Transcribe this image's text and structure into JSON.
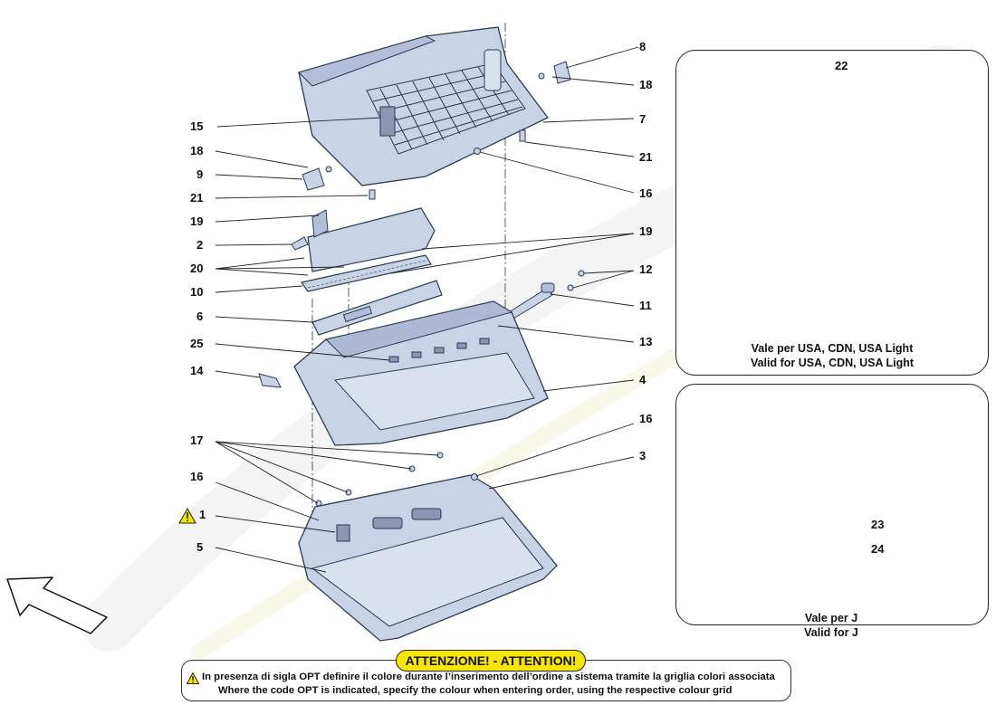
{
  "callouts": {
    "c8": "8",
    "c18a": "18",
    "c15": "15",
    "c7": "7",
    "c21a": "21",
    "c18b": "18",
    "c16a": "16",
    "c9": "9",
    "c21b": "21",
    "c19a": "19",
    "c19b": "19",
    "c2": "2",
    "c12": "12",
    "c20": "20",
    "c10": "10",
    "c11": "11",
    "c6": "6",
    "c13": "13",
    "c25": "25",
    "c4": "4",
    "c14": "14",
    "c16b": "16",
    "c17": "17",
    "c3": "3",
    "c16c": "16",
    "c1": "1",
    "c5": "5",
    "c22": "22",
    "c23": "23",
    "c24": "24"
  },
  "insets": {
    "top": {
      "caption_line1": "Vale per USA, CDN, USA Light",
      "caption_line2": "Valid for USA, CDN, USA Light"
    },
    "bottom": {
      "caption_line1": "Vale per J",
      "caption_line2": "Valid for J"
    }
  },
  "warning": {
    "title": "ATTENZIONE! - ATTENTION!",
    "line_it": "In presenza di sigla OPT definire il colore durante l’inserimento dell’ordine a sistema tramite la griglia colori associata",
    "line_en": "Where the code OPT is indicated, specify the colour when entering order, using the respective colour grid"
  },
  "colors": {
    "part_fill": "#c9d3e6",
    "part_stroke": "#2b3a55",
    "warning_yellow": "#f6e600",
    "watermark": "#e8e8e8"
  },
  "icons": {
    "warning": "warning-triangle-icon",
    "direction": "direction-arrow-icon"
  }
}
